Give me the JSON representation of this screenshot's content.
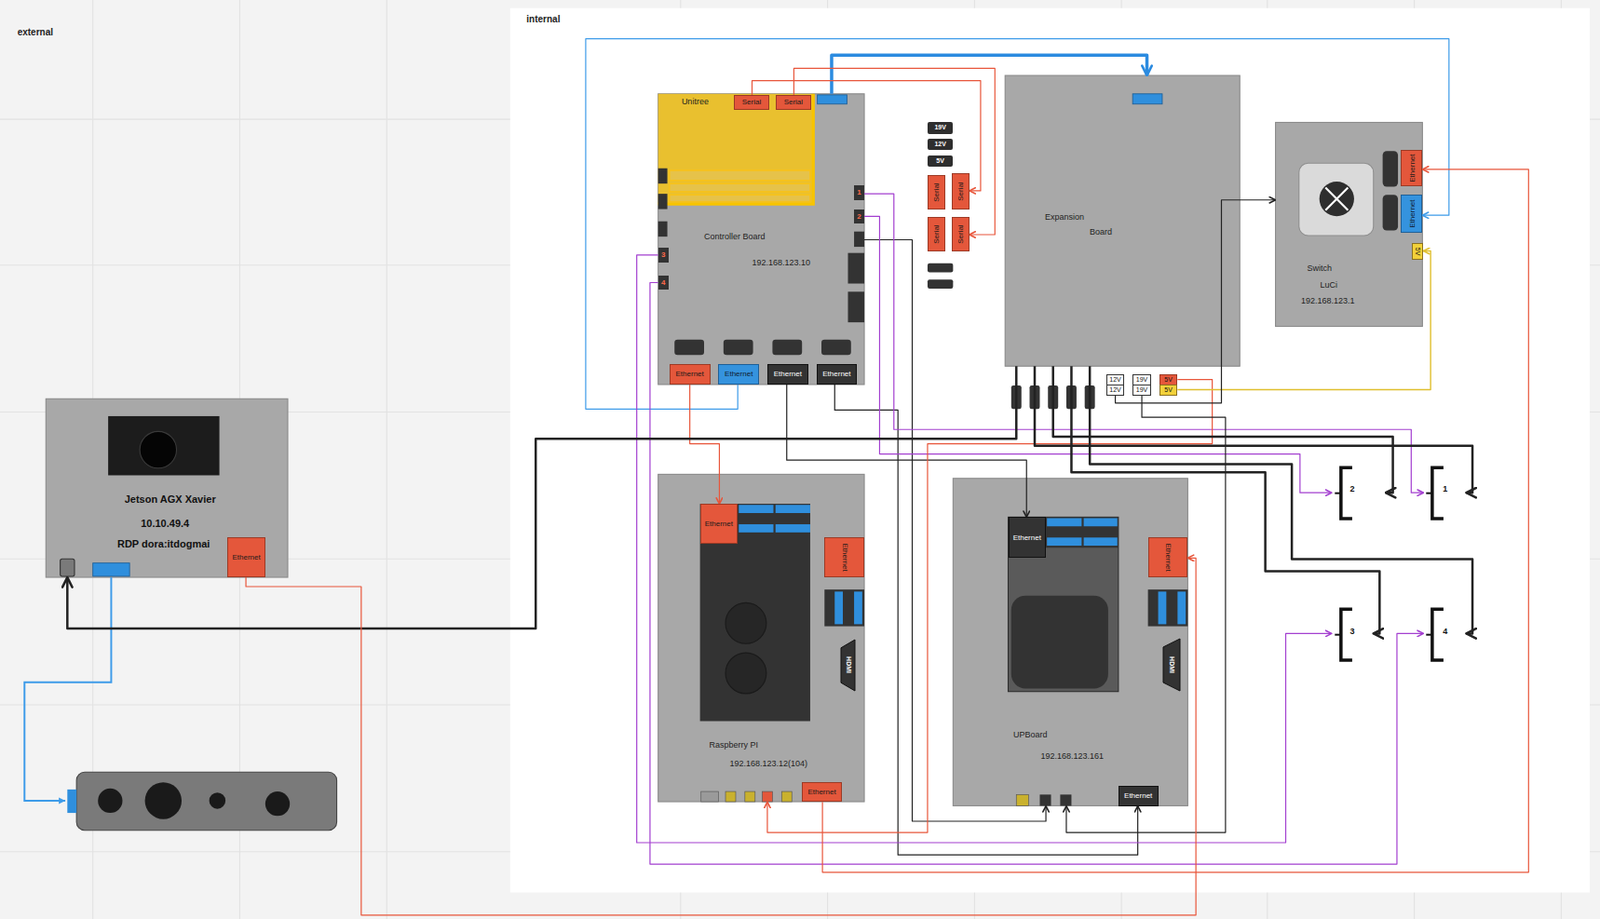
{
  "diagram": {
    "nodes": [
      {
        "text": [
          "internal"
        ]
      },
      {
        "text": [
          "Controller Board",
          "192.168.123.10"
        ],
        "in": 0
      },
      {
        "text": [
          "Unitree"
        ],
        "in": 1
      },
      {
        "text": [
          "Serial"
        ],
        "in": 1
      },
      {
        "text": [
          "Serial"
        ],
        "in": 1
      },
      {
        "text": [
          "1"
        ],
        "in": 1
      },
      {
        "text": [
          "2"
        ],
        "in": 1
      },
      {
        "text": [
          "3"
        ],
        "in": 1
      },
      {
        "text": [
          "4"
        ],
        "in": 1
      },
      {
        "text": [
          "Ethernet"
        ],
        "in": 1
      },
      {
        "text": [
          "Ethernet"
        ],
        "in": 1
      },
      {
        "text": [
          "Ethernet"
        ],
        "in": 1
      },
      {
        "text": [
          "Ethernet"
        ],
        "in": 1
      },
      {
        "text": [
          "19V"
        ],
        "in": 0
      },
      {
        "text": [
          "12V"
        ],
        "in": 0
      },
      {
        "text": [
          "5V"
        ],
        "in": 0
      },
      {
        "text": [
          "Serial"
        ],
        "in": 0
      },
      {
        "text": [
          "Serial"
        ],
        "in": 0
      },
      {
        "text": [
          "Serial"
        ],
        "in": 0
      },
      {
        "text": [
          "Serial"
        ],
        "in": 0
      },
      {
        "text": [
          "Expansion Board"
        ],
        "in": 0
      },
      {
        "text": [
          "12V"
        ],
        "in": 0
      },
      {
        "text": [
          "12V"
        ],
        "in": 0
      },
      {
        "text": [
          "19V"
        ],
        "in": 0
      },
      {
        "text": [
          "19V"
        ],
        "in": 0
      },
      {
        "text": [
          "5V"
        ],
        "in": 0
      },
      {
        "text": [
          "5V"
        ],
        "in": 0
      },
      {
        "text": [
          "Switch LuCi",
          "192.168.123.1"
        ],
        "in": 0
      },
      {
        "text": [
          "Ethernet"
        ],
        "in": 27
      },
      {
        "text": [
          "Ethernet"
        ],
        "in": 27
      },
      {
        "text": [
          "5V"
        ],
        "in": 27
      },
      {
        "text": [
          "Raspberry PI",
          "192.168.123.12(104)"
        ],
        "in": 0
      },
      {
        "text": [
          "Ethernet"
        ],
        "in": 31
      },
      {
        "text": [
          "Ethernet"
        ],
        "in": 31
      },
      {
        "text": [
          "HDMI"
        ],
        "in": 31
      },
      {
        "text": [
          "Ethernet"
        ],
        "in": 31
      },
      {
        "text": [
          "UPBoard",
          "192.168.123.161"
        ],
        "in": 0
      },
      {
        "text": [
          "Ethernet"
        ],
        "in": 36
      },
      {
        "text": [
          "Ethernet"
        ],
        "in": 36
      },
      {
        "text": [
          "HDMI"
        ],
        "in": 36
      },
      {
        "text": [
          "Ethernet"
        ],
        "in": 36
      },
      {
        "text": [
          "2"
        ],
        "in": 0
      },
      {
        "text": [
          "1"
        ],
        "in": 0
      },
      {
        "text": [
          "3"
        ],
        "in": 0
      },
      {
        "text": [
          "4"
        ],
        "in": 0
      },
      {
        "text": [
          "Jetson AGX Xavier",
          "10.10.49.4",
          "RDP dora:itdogmai"
        ]
      },
      {
        "text": [
          "Ethernet"
        ],
        "in": 45
      }
    ],
    "edges": [
      {
        "from": 10,
        "to": 29,
        "arrow": "to"
      },
      {
        "from": 1,
        "to": 20,
        "arrow": "to"
      },
      {
        "from": 3,
        "to": 17,
        "arrow": "to"
      },
      {
        "from": 4,
        "to": 19,
        "arrow": "to"
      },
      {
        "from": 9,
        "to": 32,
        "arrow": "to"
      },
      {
        "from": 11,
        "to": 37,
        "arrow": "to"
      },
      {
        "from": 12,
        "to": 40,
        "arrow": "to"
      },
      {
        "from": 1,
        "to": 36,
        "arrow": "to"
      },
      {
        "from": 5,
        "to": 42,
        "arrow": "to"
      },
      {
        "from": 6,
        "to": 41,
        "arrow": "to"
      },
      {
        "from": 7,
        "to": 43,
        "arrow": "to"
      },
      {
        "from": 8,
        "to": 44,
        "arrow": "to"
      },
      {
        "from": 25,
        "to": 31,
        "arrow": "to"
      },
      {
        "from": 26,
        "to": 30,
        "arrow": "to"
      },
      {
        "from": 22,
        "to": 27,
        "arrow": "to"
      },
      {
        "from": 24,
        "to": 36,
        "arrow": "to"
      },
      {
        "from": 20,
        "to": 45,
        "arrow": "to"
      },
      {
        "from": 20,
        "to": 42,
        "arrow": "to"
      },
      {
        "from": 20,
        "to": 41,
        "arrow": "to"
      },
      {
        "from": 20,
        "to": 43,
        "arrow": "to"
      },
      {
        "from": 20,
        "to": 44,
        "arrow": "to"
      },
      {
        "from": 46,
        "to": 38,
        "arrow": "to"
      },
      {
        "from": 35,
        "to": 28,
        "arrow": "to"
      }
    ],
    "labels": [
      "external"
    ]
  }
}
